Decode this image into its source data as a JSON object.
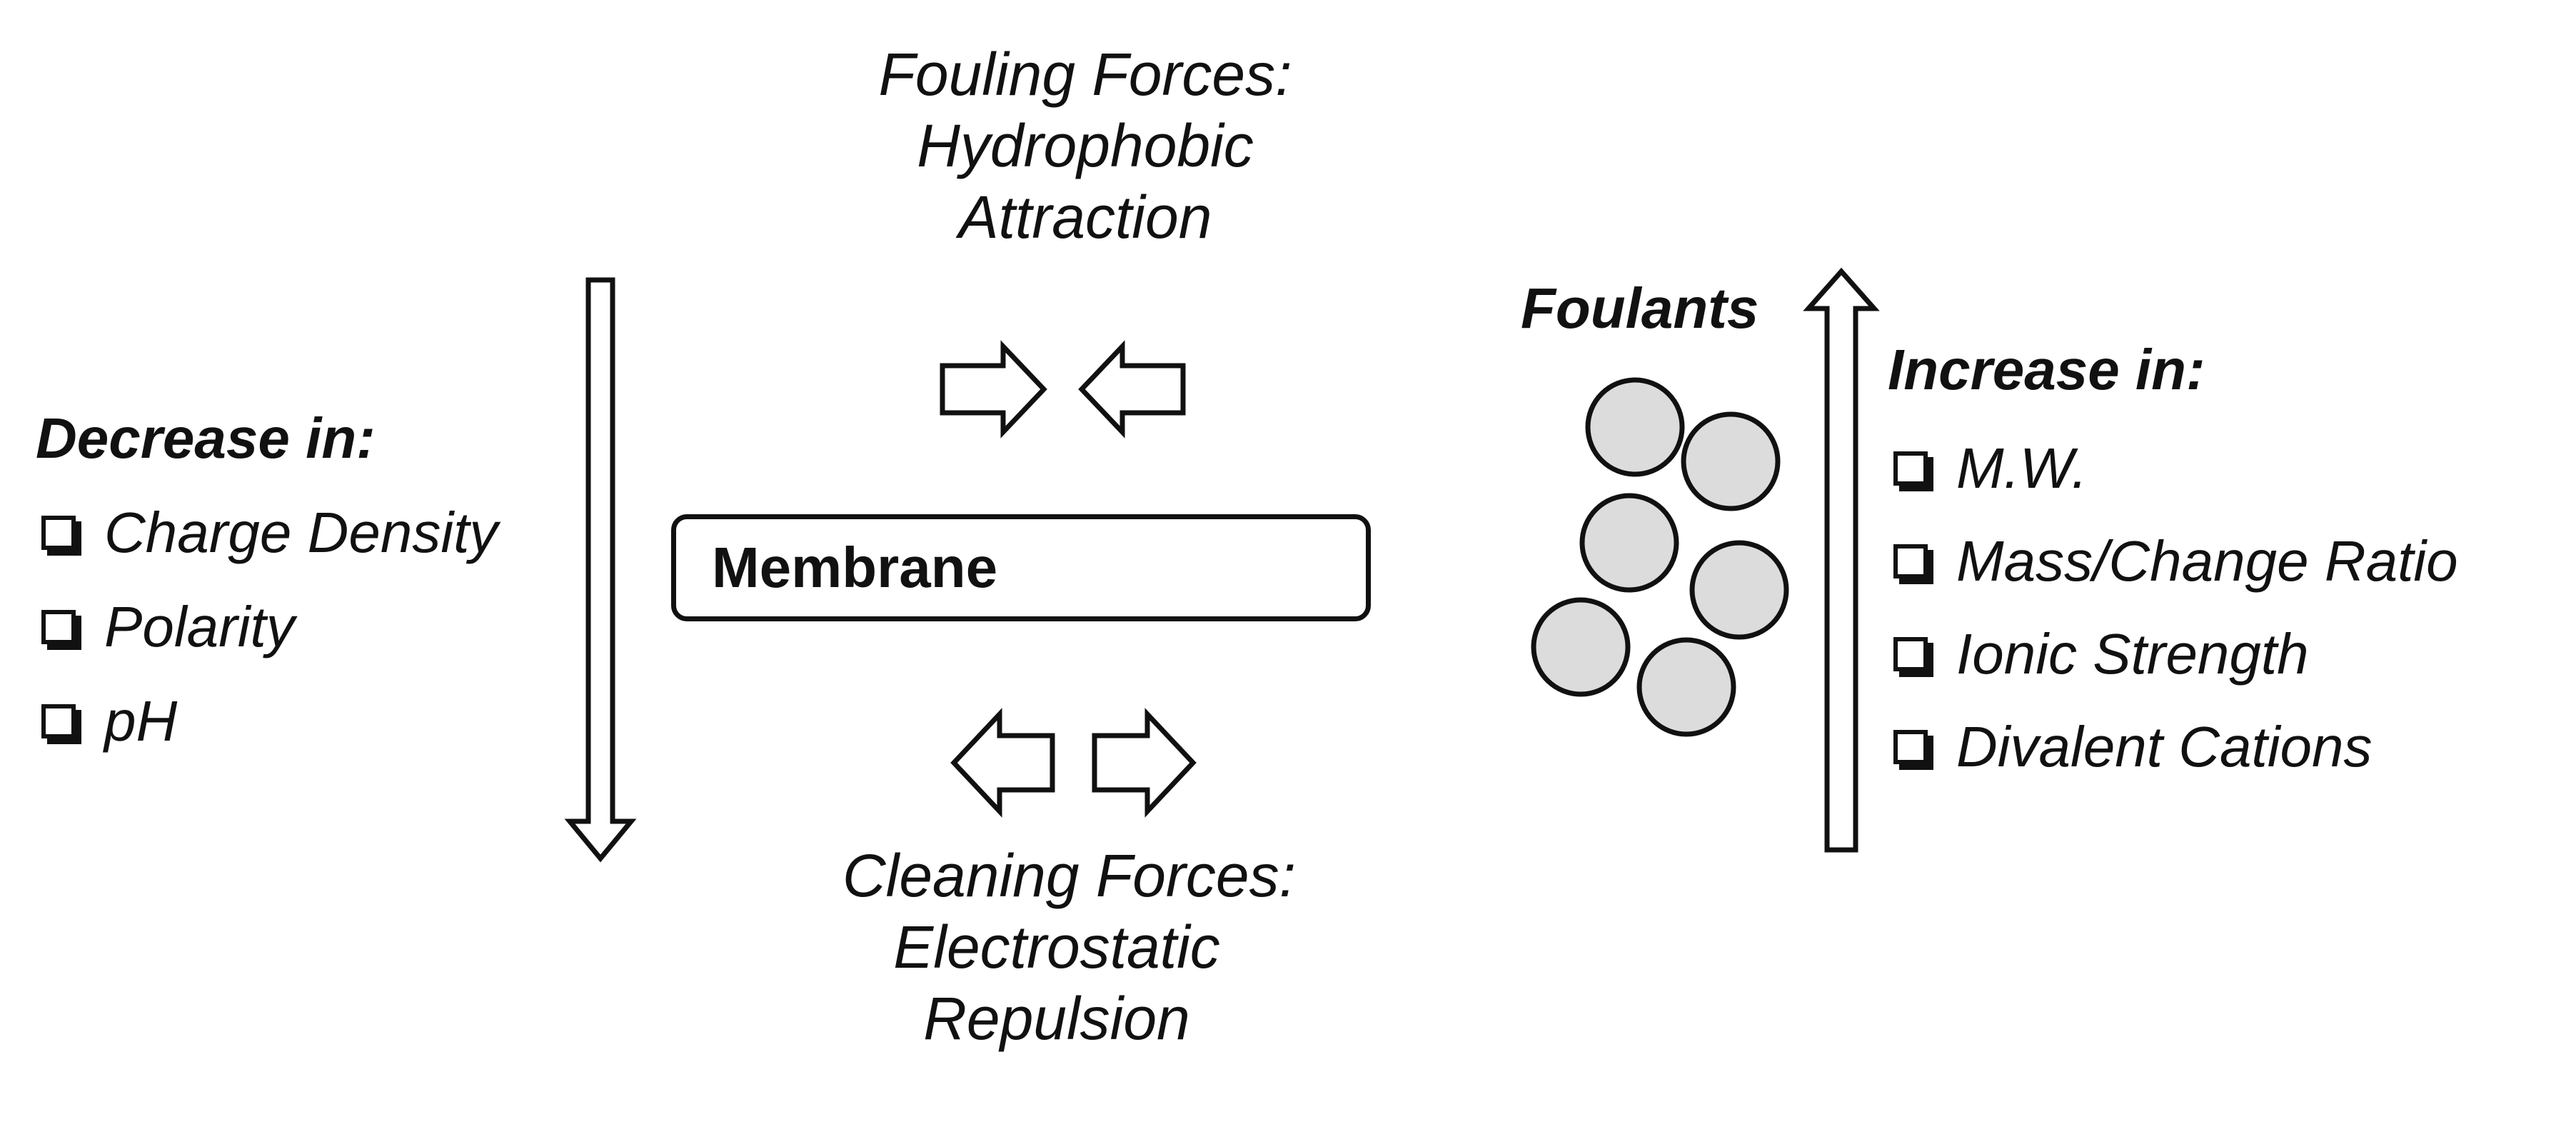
{
  "fouling": {
    "lines": [
      "Fouling Forces:",
      "Hydrophobic",
      "Attraction"
    ]
  },
  "cleaning": {
    "lines": [
      "Cleaning Forces:",
      "Electrostatic",
      "Repulsion"
    ]
  },
  "membrane": {
    "label": "Membrane"
  },
  "left_panel": {
    "heading": "Decrease in:",
    "items": [
      "Charge Density",
      "Polarity",
      "pH"
    ]
  },
  "foulants": {
    "label": "Foulants"
  },
  "right_panel": {
    "heading": "Increase in:",
    "items": [
      "M.W.",
      "Mass/Change Ratio",
      "Ionic Strength",
      "Divalent Cations"
    ]
  },
  "colors": {
    "stroke": "#111111",
    "particle_fill": "#dcdcdc",
    "background": "#ffffff"
  }
}
